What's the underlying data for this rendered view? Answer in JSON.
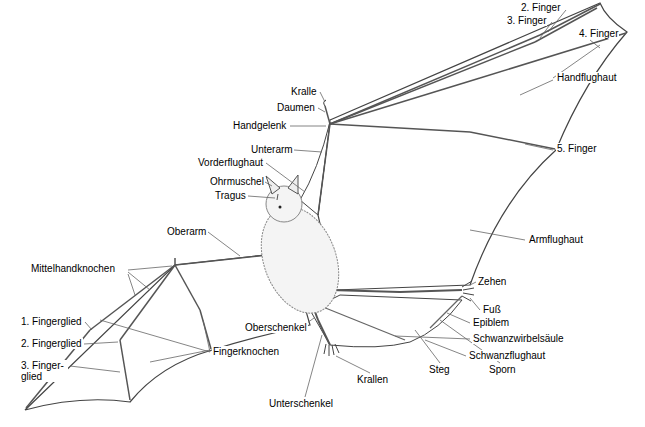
{
  "diagram": {
    "labels": [
      "2. Finger",
      "3. Finger",
      "4. Finger",
      "Handflughaut",
      "Kralle",
      "Daumen",
      "Handgelenk",
      "Unterarm",
      "5. Finger",
      "Vorderflughaut",
      "Ohrmuschel",
      "Tragus",
      "Armflughaut",
      "Oberarm",
      "Mittelhandknochen",
      "Zehen",
      "Fuß",
      "Epiblem",
      "Schwanzwirbelsäule",
      "1. Fingerglied",
      "2. Fingerglied",
      "3. Finger- glied",
      "Oberschenkel",
      "Fingerknochen",
      "Schwanzflughaut",
      "Steg",
      "Sporn",
      "Krallen",
      "Unterschenkel"
    ]
  }
}
